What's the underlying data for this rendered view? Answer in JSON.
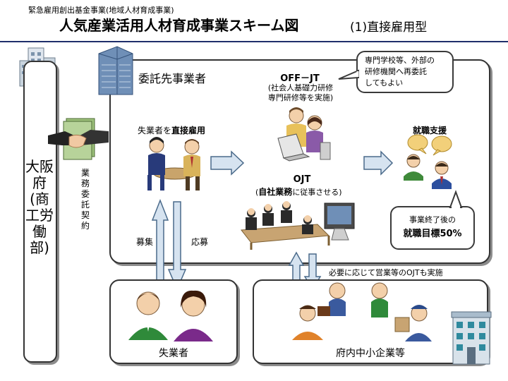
{
  "header": {
    "small": "緊急雇用創出基金事業(地域人材育成事業)",
    "title": "人気産業活用人材育成事業スキーム図",
    "subtitle": "(1)直接雇用型"
  },
  "osaka": {
    "label": "大阪府(商工労働部)"
  },
  "contract": {
    "label": "業務委託契約"
  },
  "contractor": {
    "label": "委託先事業者"
  },
  "direct_hire": {
    "prefix": "失業者を",
    "emphasis": "直接雇用"
  },
  "offjt": {
    "title": "OFF－JT",
    "line1": "(社会人基礎力研修",
    "line2": "専門研修等を実施)"
  },
  "ojt": {
    "title": "OJT",
    "line_prefix": "(",
    "emphasis": "自社業務",
    "line_suffix": "に従事させる)"
  },
  "job_support": {
    "label": "就職支援"
  },
  "callout_top": {
    "line1": "専門学校等、外部の",
    "line2": "研修機関へ再委託",
    "line3": "してもよい"
  },
  "callout_goal": {
    "line1": "事業終了後の",
    "line2": "就職目標50%"
  },
  "recruit": {
    "label": "募集"
  },
  "apply": {
    "label": "応募"
  },
  "ojt_note": {
    "label": "必要に応じて営業等のOJTも実施"
  },
  "jobseekers": {
    "label": "失業者"
  },
  "sme": {
    "label": "府内中小企業等"
  },
  "colors": {
    "title_rule": "#1f2f6b",
    "arrow_fill": "#d6e3f0",
    "arrow_stroke": "#4a6a8a",
    "box_border": "#333333"
  }
}
